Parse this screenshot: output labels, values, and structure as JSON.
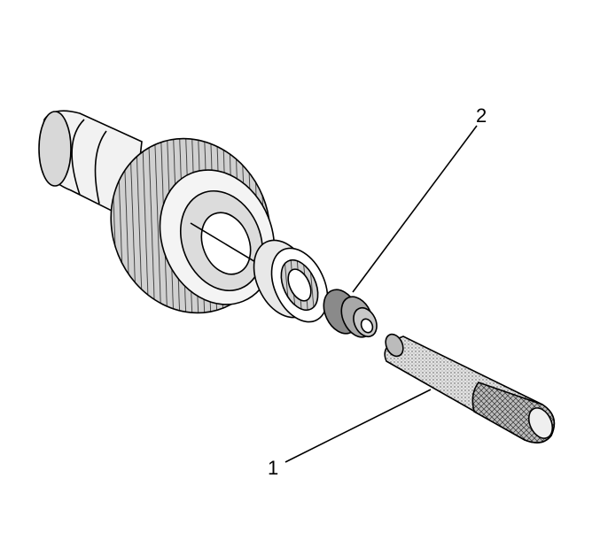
{
  "callouts": [
    {
      "id": "1",
      "label": "1"
    },
    {
      "id": "2",
      "label": "2"
    }
  ],
  "colors": {
    "line": "#000000",
    "background": "#ffffff",
    "shade": "#c8c8c8",
    "stipple": "#9a9a9a"
  }
}
